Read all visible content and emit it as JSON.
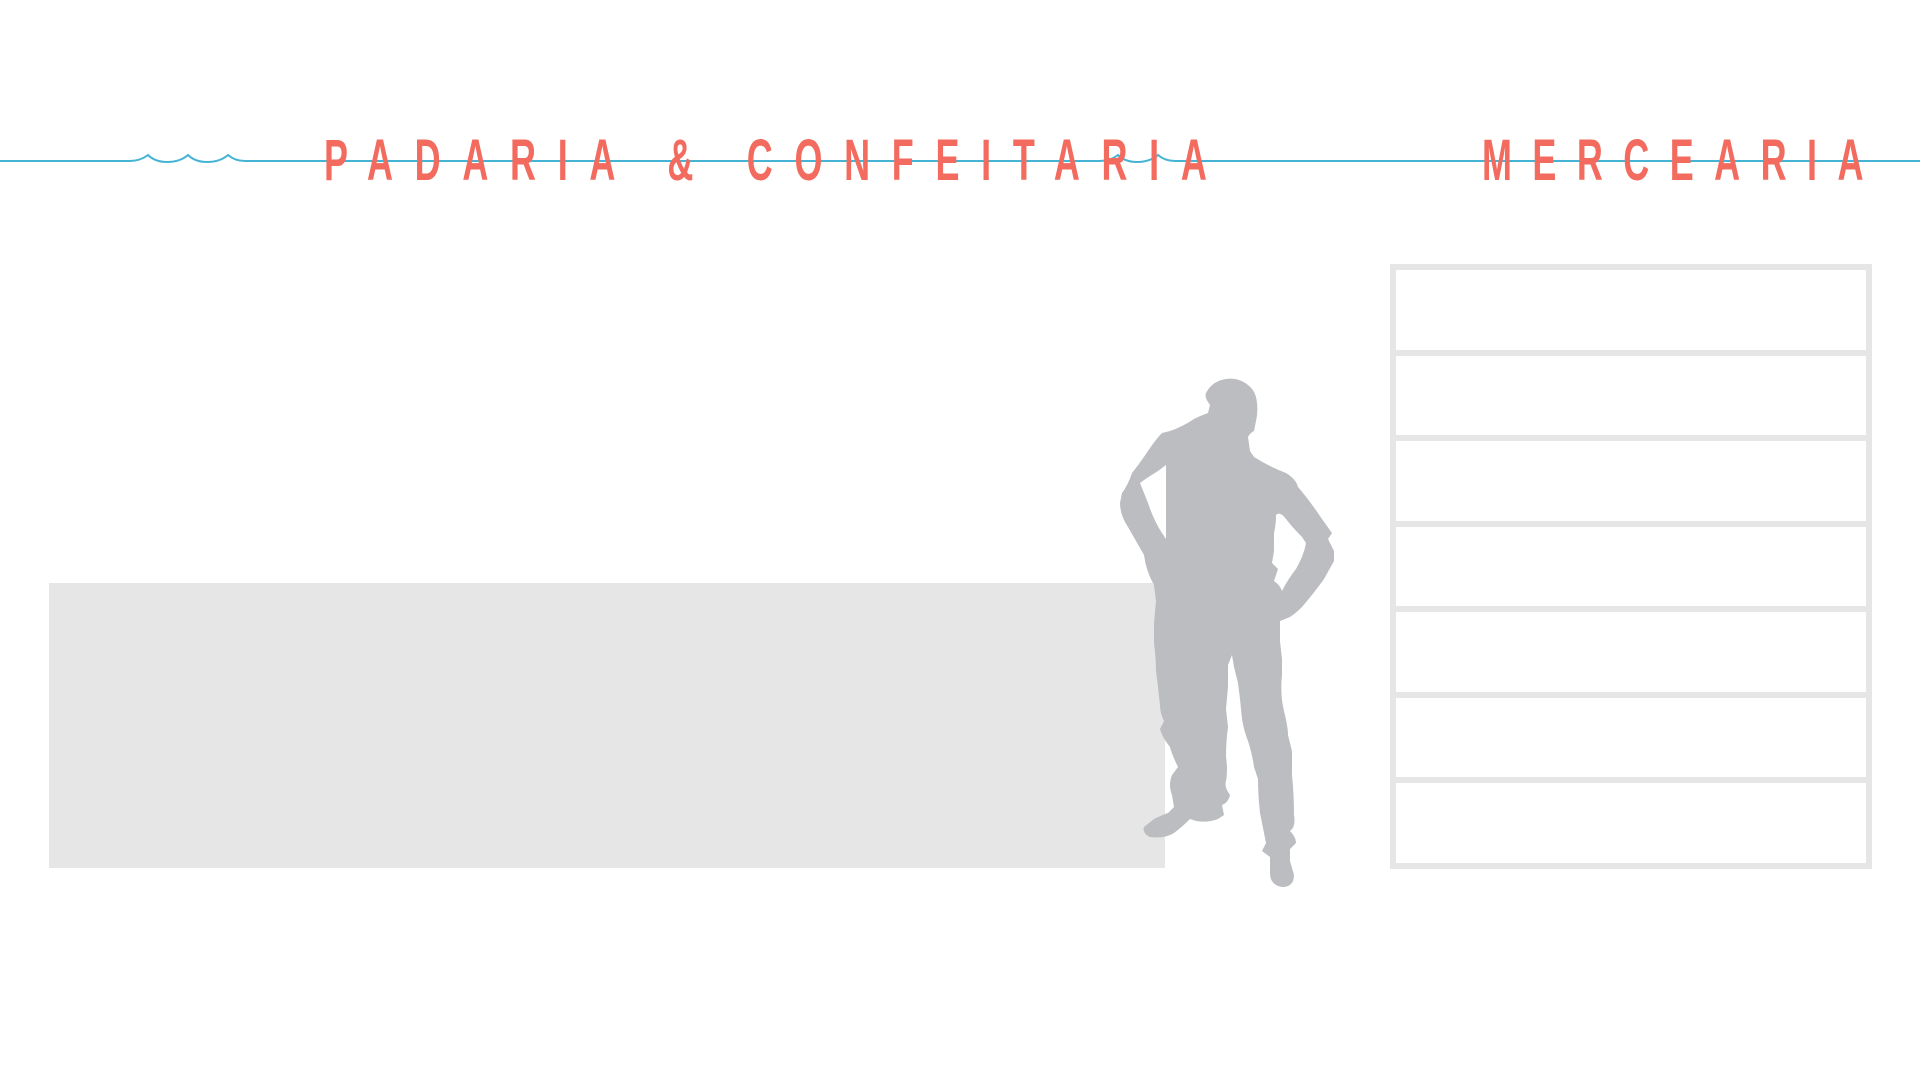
{
  "sections": {
    "left": {
      "title": "PADARIA & CONFEITARIA"
    },
    "right": {
      "title": "MERCEARIA"
    }
  },
  "shelf": {
    "shelf_count": 7
  },
  "colors": {
    "title": "#f26b5e",
    "rule": "#45b4d4",
    "counter": "#e6e6e6",
    "shelf_frame": "#e6e6e6",
    "person": "#bcbdc0"
  },
  "icons": {
    "person": "person-silhouette-icon",
    "scallop": "scallop-ornament-icon"
  }
}
